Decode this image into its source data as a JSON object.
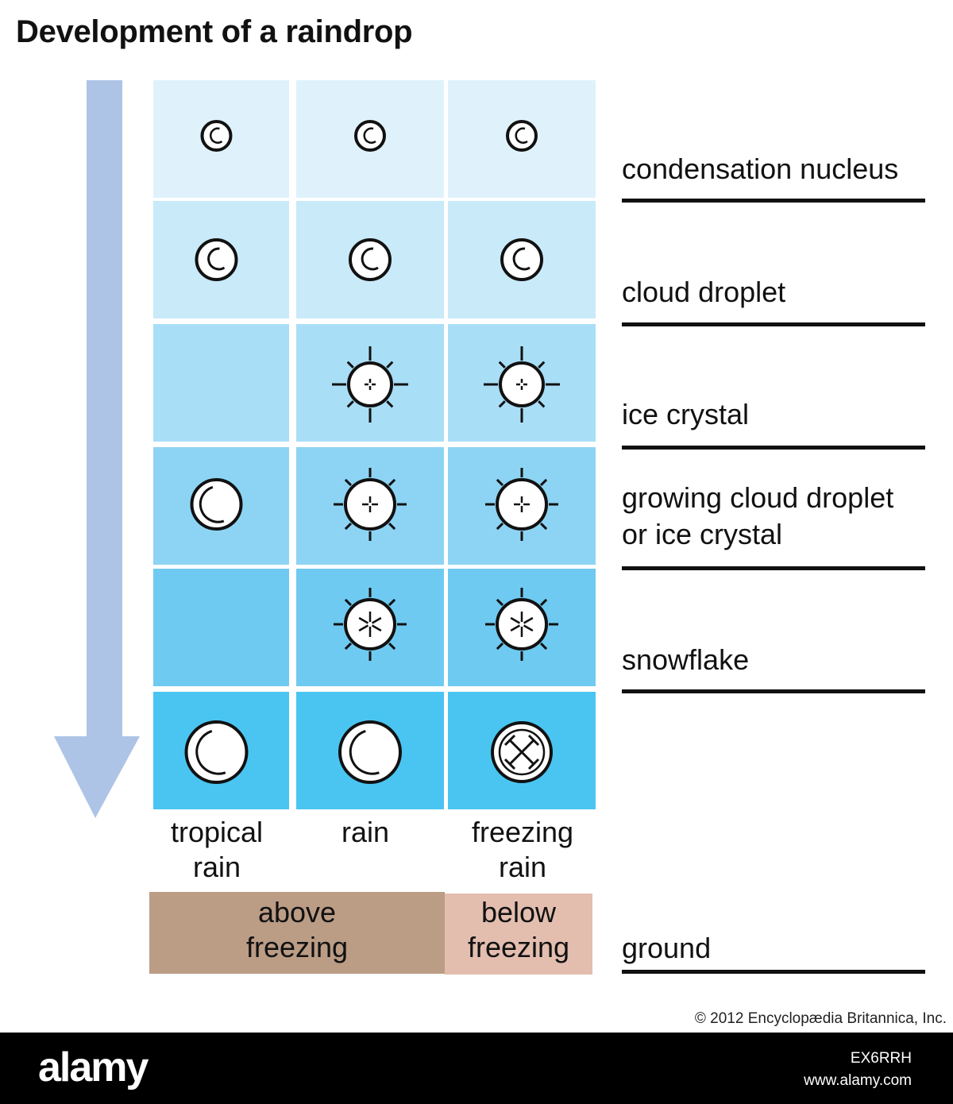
{
  "title": "Development of a raindrop",
  "columns": [
    {
      "label": "tropical\nrain"
    },
    {
      "label": "rain"
    },
    {
      "label": "freezing\nrain"
    }
  ],
  "stages": [
    {
      "label": "condensation nucleus",
      "color": "#dff2fc",
      "particles": [
        "nucleus",
        "nucleus",
        "nucleus"
      ]
    },
    {
      "label": "cloud droplet",
      "color": "#c9eaf9",
      "particles": [
        "droplet",
        "droplet",
        "droplet"
      ]
    },
    {
      "label": "ice crystal",
      "color": "#a9def7",
      "particles": [
        "",
        "crystal",
        "crystal"
      ]
    },
    {
      "label": "growing cloud droplet\nor ice crystal",
      "color": "#8dd4f4",
      "particles": [
        "growing-droplet",
        "growing-crystal",
        "growing-crystal"
      ]
    },
    {
      "label": "snowflake",
      "color": "#6fcaf2",
      "particles": [
        "",
        "snowflake",
        "snowflake"
      ]
    },
    {
      "label": "",
      "color": "#4ac5f2",
      "particles": [
        "raindrop",
        "raindrop",
        "freezing-drop"
      ]
    }
  ],
  "zones": {
    "above": {
      "label": "above\nfreezing",
      "color": "#bb9c85"
    },
    "below": {
      "label": "below\nfreezing",
      "color": "#e3beaf"
    },
    "ground_label": "ground"
  },
  "arrow_color": "#aec4e6",
  "copyright": "© 2012 Encyclopædia Britannica, Inc.",
  "footer": {
    "logo": "alamy",
    "image_id": "EX6RRH",
    "url": "www.alamy.com"
  }
}
